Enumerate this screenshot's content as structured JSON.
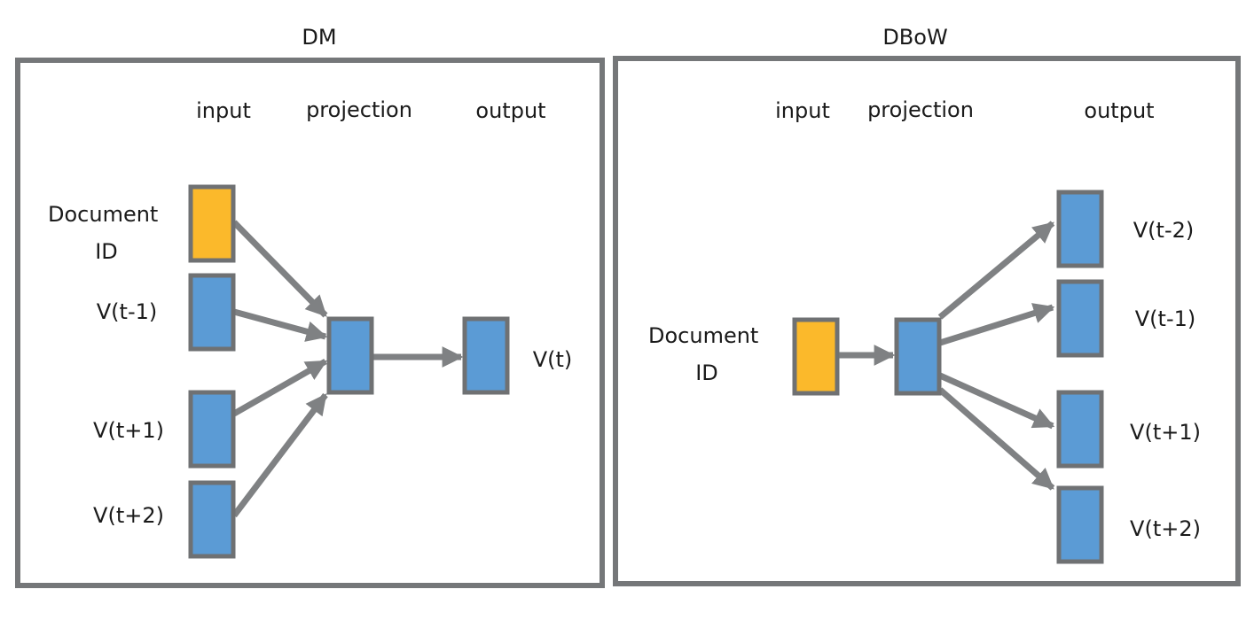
{
  "colors": {
    "panel_border": "#757779",
    "arrow": "#7f8183",
    "box_border": "#6f7173",
    "word_vector": "#5b9bd5",
    "document_vector": "#fbb92b",
    "text": "#1a1a1a"
  },
  "panels": [
    {
      "title": "DM",
      "columns": {
        "input": "input",
        "projection": "projection",
        "output": "output"
      },
      "inputs": [
        {
          "label_lines": [
            "Document",
            "ID"
          ],
          "kind": "document"
        },
        {
          "label_lines": [
            "V(t-1)"
          ],
          "kind": "word"
        },
        {
          "label_lines": [
            "V(t+1)"
          ],
          "kind": "word"
        },
        {
          "label_lines": [
            "V(t+2)"
          ],
          "kind": "word"
        }
      ],
      "outputs": [
        {
          "label_lines": [
            "V(t)"
          ],
          "kind": "word"
        }
      ]
    },
    {
      "title": "DBoW",
      "columns": {
        "input": "input",
        "projection": "projection",
        "output": "output"
      },
      "inputs": [
        {
          "label_lines": [
            "Document",
            "ID"
          ],
          "kind": "document"
        }
      ],
      "outputs": [
        {
          "label_lines": [
            "V(t-2)"
          ],
          "kind": "word"
        },
        {
          "label_lines": [
            "V(t-1)"
          ],
          "kind": "word"
        },
        {
          "label_lines": [
            "V(t+1)"
          ],
          "kind": "word"
        },
        {
          "label_lines": [
            "V(t+2)"
          ],
          "kind": "word"
        }
      ]
    }
  ]
}
